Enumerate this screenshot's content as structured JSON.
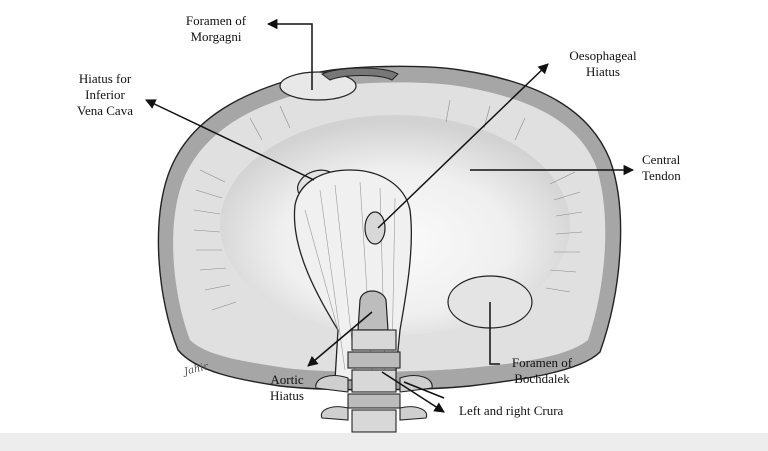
{
  "labels": {
    "foramen_morgagni": "Foramen of\nMorgagni",
    "hiatus_ivc": "Hiatus for\nInferior\nVena Cava",
    "oesophageal_hiatus": "Oesophageal\nHiatus",
    "central_tendon": "Central\nTendon",
    "foramen_bochdalek": "Foramen of\nBochdalek",
    "aortic_hiatus": "Aortic\nHiatus",
    "crura": "Left and right Crura"
  },
  "signature": "Jahir",
  "colors": {
    "outer_muscle": "#9a9a9a",
    "tendon_light": "#f4f4f4",
    "line": "#222222",
    "footer_band": "#ededed"
  }
}
